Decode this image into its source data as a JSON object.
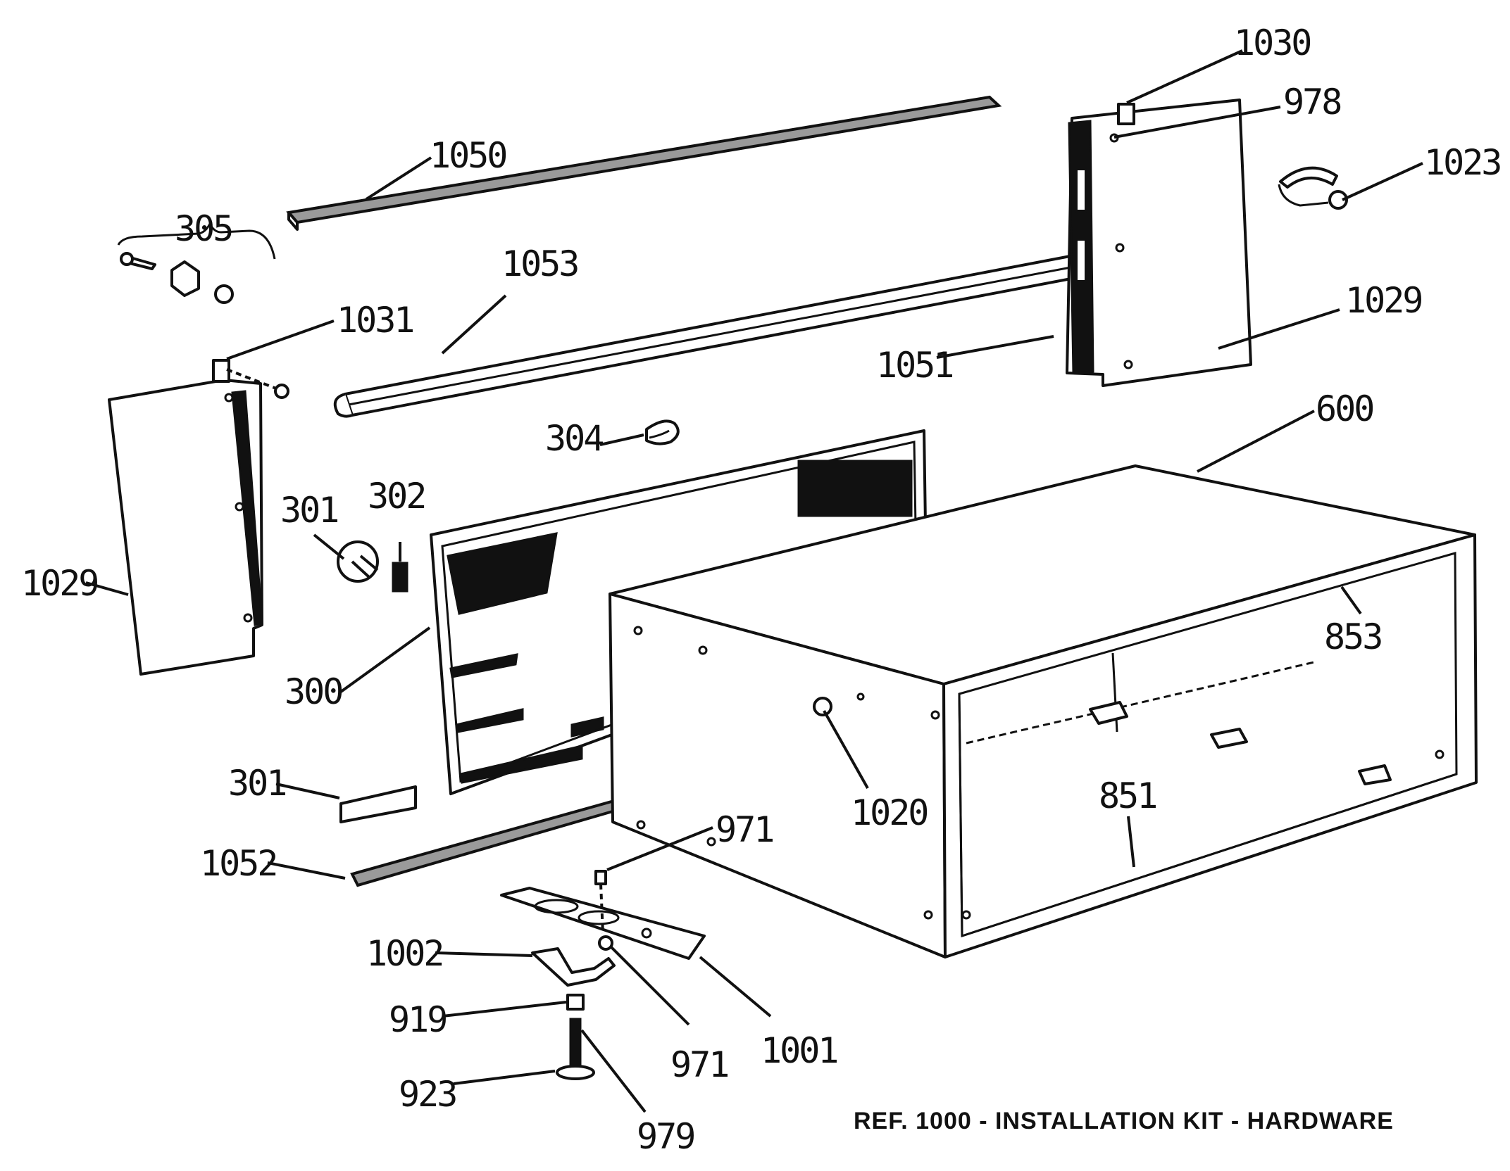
{
  "caption": "REF. 1000 - INSTALLATION KIT - HARDWARE",
  "labels": {
    "l1030": "1030",
    "l978": "978",
    "l1023": "1023",
    "l1050": "1050",
    "l305": "305",
    "l1053": "1053",
    "l1031": "1031",
    "l1029r": "1029",
    "l1051": "1051",
    "l600": "600",
    "l304": "304",
    "l301a": "301",
    "l302": "302",
    "l1029l": "1029",
    "l853": "853",
    "l300": "300",
    "l1020": "1020",
    "l851": "851",
    "l301b": "301",
    "l971a": "971",
    "l1052": "1052",
    "l1002": "1002",
    "l919": "919",
    "l971b": "971",
    "l1001": "1001",
    "l923": "923",
    "l979": "979"
  }
}
